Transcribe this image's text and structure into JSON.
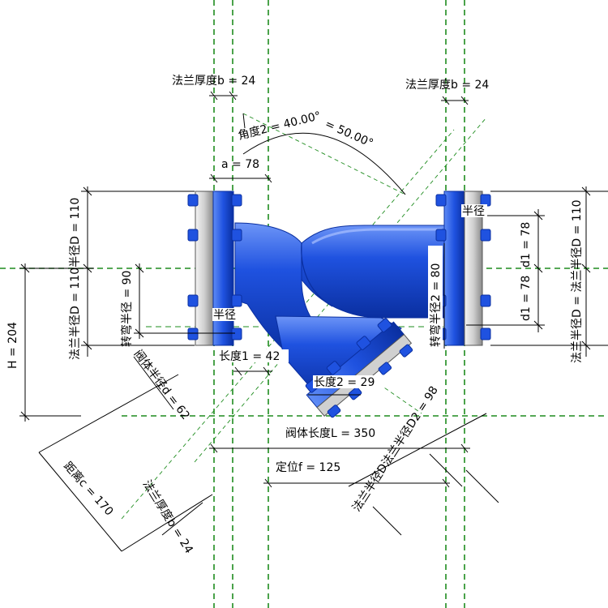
{
  "colors": {
    "valve_body": "#1f52e0",
    "valve_highlight": "#5f8cf5",
    "valve_dark": "#0a2fa0",
    "flange_face": "#d8d8d8",
    "bolt": "#1f52e0",
    "ref_line": "#1e8c1e",
    "dimension": "#000000"
  },
  "labels": {
    "flange_thickness_left": "法兰厚度b = 24",
    "flange_thickness_right": "法兰厚度b = 24",
    "angle2": "角度2 = 40.00°",
    "angle_50": "= 50.00°",
    "a78": "a = 78",
    "radius_tag_right": "半径",
    "radius_tag_left": "半径",
    "d1_upper": "d1 = 78",
    "d1_lower": "d1 = 78",
    "bend_radius2": "转弯半径2 = 80",
    "bend_radius": "转弯半径 = 90",
    "flange_radius_left": "法兰半径D = 110半径D = 110",
    "flange_radius_right": "法兰半径D = 法兰半径D = 110",
    "h204": "H = 204",
    "length1": "长度1 = 42",
    "length2": "长度2 = 29",
    "body_radius_d": "阀体半径d = 62",
    "body_length": "阀体长度L = 350",
    "position_f": "定位f = 125",
    "distance_c": "距离c = 170",
    "flange_thickness_bottom": "法兰厚度b = 24",
    "flange_radius_d2": "法兰半径D法兰半径D2 = 98"
  }
}
